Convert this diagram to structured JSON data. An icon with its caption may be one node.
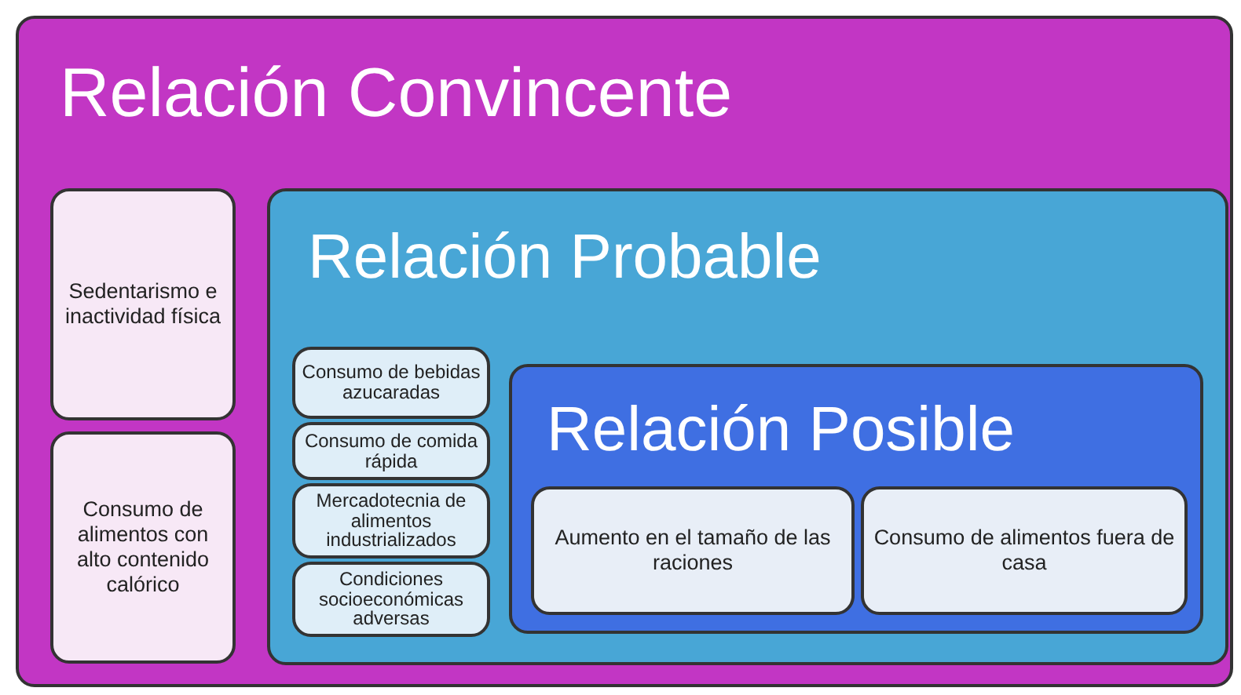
{
  "diagram": {
    "nodes": [
      {
        "text": [
          "Relación Convincente"
        ]
      },
      {
        "text": [
          "Sedentarismo e inactividad física"
        ],
        "in": 0
      },
      {
        "text": [
          "Consumo de alimentos con alto contenido calórico"
        ],
        "in": 0
      },
      {
        "text": [
          "Relación Probable"
        ],
        "in": 0
      },
      {
        "text": [
          "Consumo de bebidas azucaradas"
        ],
        "in": 3
      },
      {
        "text": [
          "Consumo de comida rápida"
        ],
        "in": 3
      },
      {
        "text": [
          "Mercadotecnia de alimentos industrializados"
        ],
        "in": 3
      },
      {
        "text": [
          "Condiciones socioeconómicas adversas"
        ],
        "in": 3
      },
      {
        "text": [
          "Relación Posible"
        ],
        "in": 3
      },
      {
        "text": [
          "Aumento en el tamaño de las raciones"
        ],
        "in": 8
      },
      {
        "text": [
          "Consumo de alimentos fuera de casa"
        ],
        "in": 8
      }
    ]
  }
}
